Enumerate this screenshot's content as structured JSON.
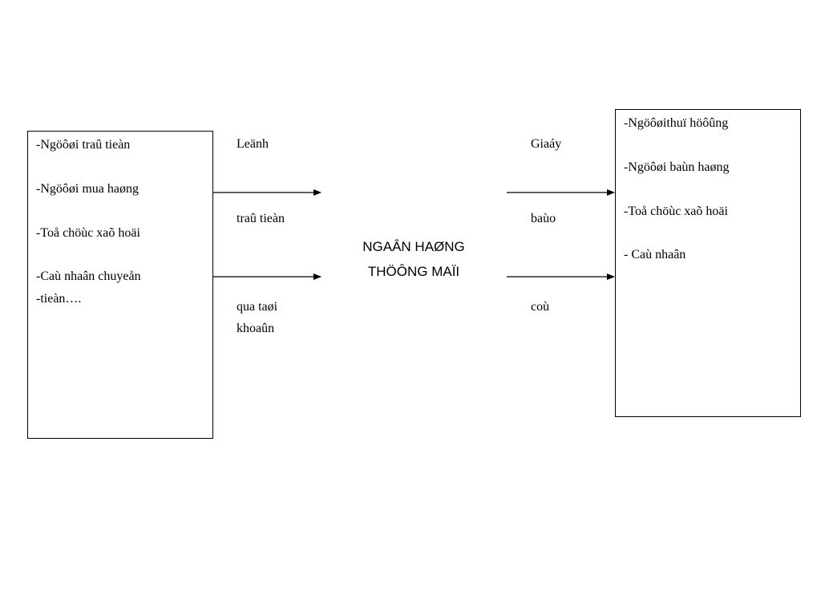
{
  "left_box": {
    "items": [
      "-Ngöôøi traû tieàn",
      "-Ngöôøi mua haøng",
      "-Toå chöùc xaõ hoäi",
      "-Caù nhaân chuyeån",
      "-tieàn…."
    ]
  },
  "right_box": {
    "items": [
      "-Ngöôøithuï höôûng",
      "-Ngöôøi baùn haøng",
      "-Toå chöùc xaõ hoäi",
      "- Caù nhaân"
    ]
  },
  "left_labels": {
    "top": "Leänh",
    "middle": "traû tieàn",
    "bottom_line1": "qua taøi",
    "bottom_line2": "khoaûn"
  },
  "right_labels": {
    "top": "Giaáy",
    "middle": "baùo",
    "bottom": "coù"
  },
  "center": {
    "line1": "NGAÂN HAØNG",
    "line2": "THÖÔNG MAÏI"
  }
}
